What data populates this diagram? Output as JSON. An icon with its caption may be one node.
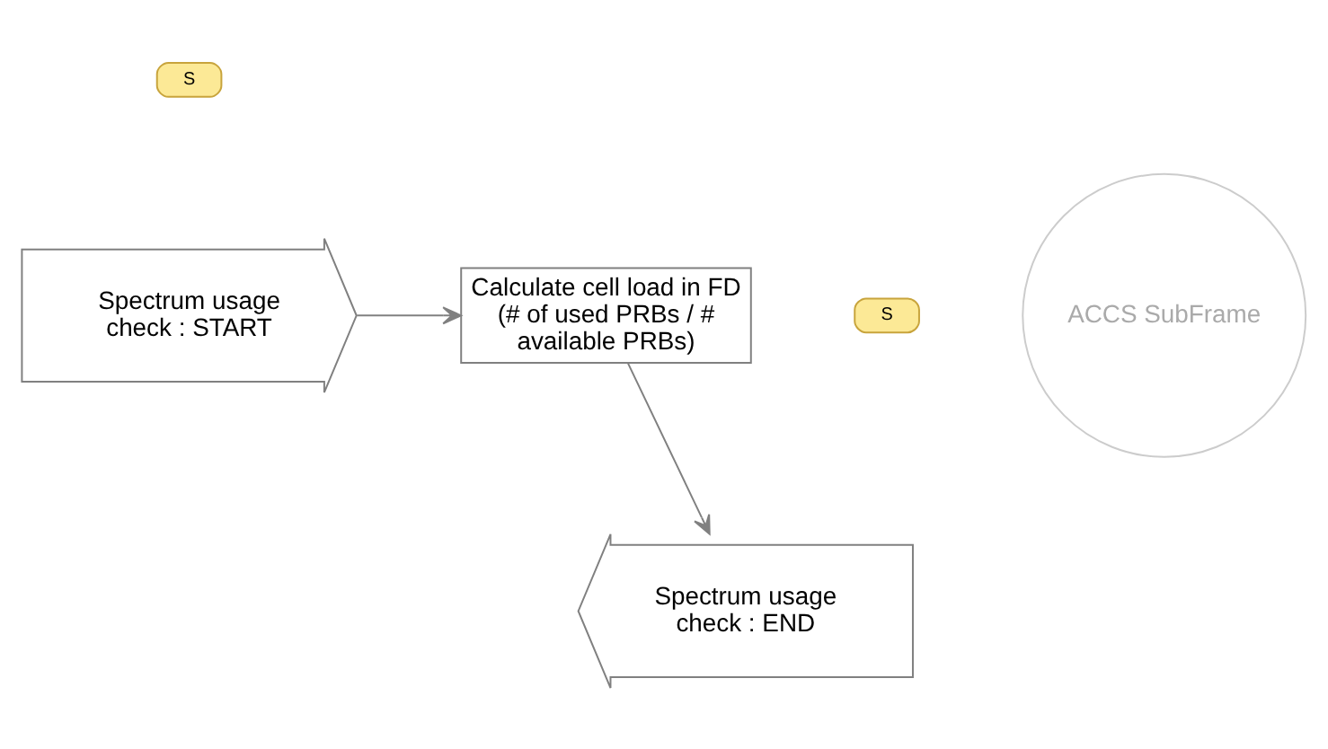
{
  "diagram": {
    "nodes": [
      {
        "text": [
          "S"
        ]
      },
      {
        "text": [
          "Spectrum usage check : START"
        ]
      },
      {
        "text": [
          "Calculate cell load in FD (# of used PRBs / # available PRBs)"
        ]
      },
      {
        "text": [
          "ACCS SubFrame"
        ]
      },
      {
        "text": [
          "S"
        ]
      },
      {
        "text": [
          "Spectrum usage check : END"
        ]
      }
    ],
    "edges": [
      {
        "from": 1,
        "to": 2,
        "arrow": "to"
      },
      {
        "from": 2,
        "to": 5,
        "arrow": "to"
      }
    ]
  }
}
